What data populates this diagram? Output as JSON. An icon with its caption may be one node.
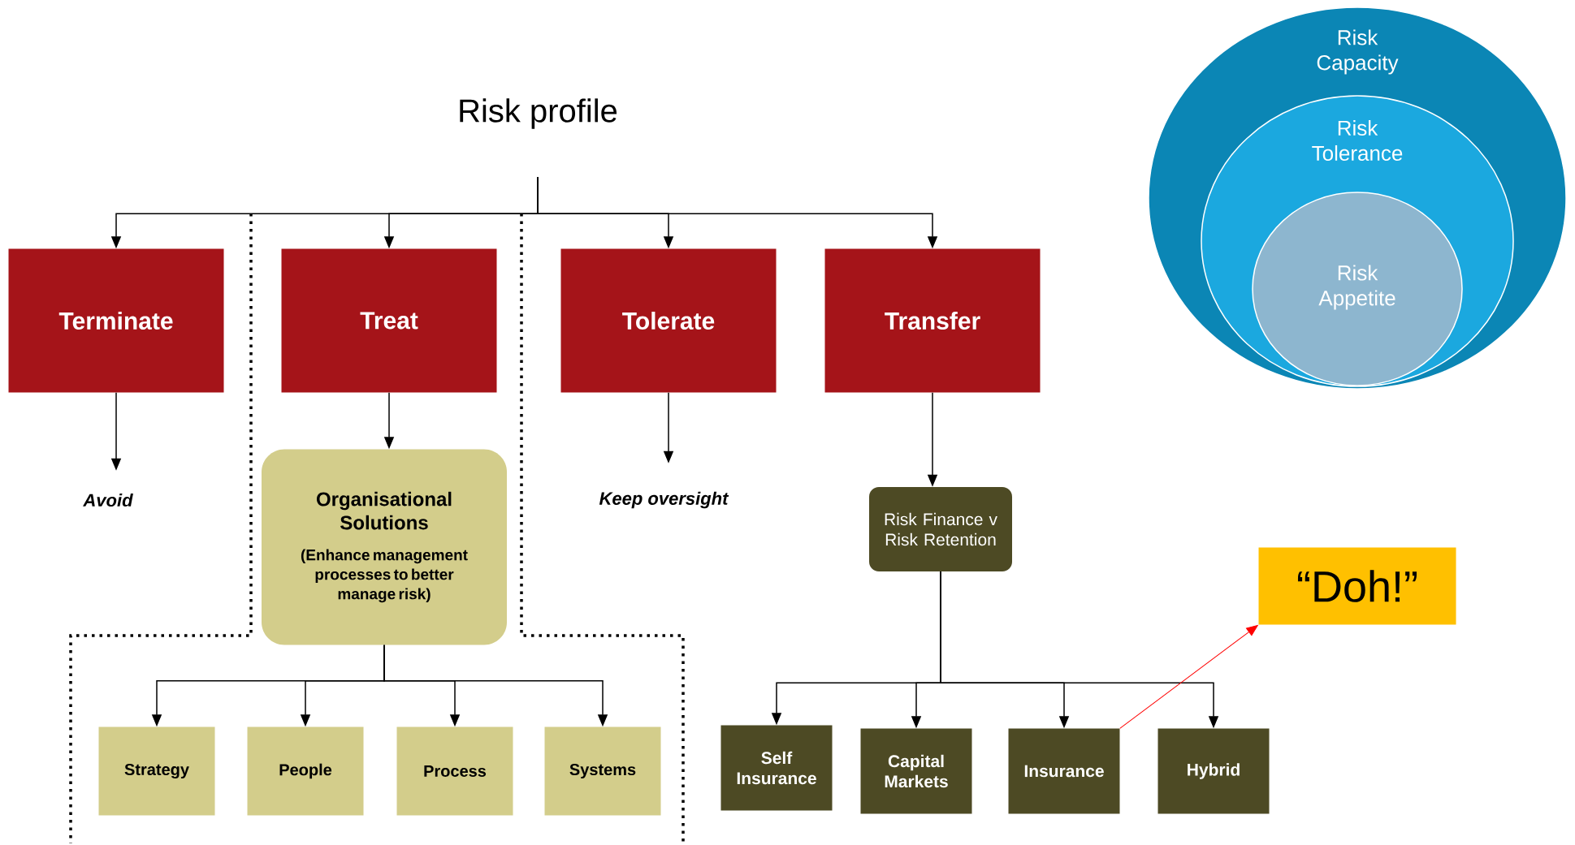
{
  "diagram": {
    "nodes": [
      {
        "text": [
          "Risk profile"
        ]
      },
      {
        "text": [
          "Terminate"
        ]
      },
      {
        "text": [
          "Treat"
        ]
      },
      {
        "text": [
          "Tolerate"
        ]
      },
      {
        "text": [
          "Transfer"
        ]
      },
      {
        "text": [
          "Avoid"
        ]
      },
      {
        "text": [
          "Organisational Solutions",
          "(Enhance management processes to better manage risk)"
        ]
      },
      {
        "text": [
          "Keep oversight"
        ]
      },
      {
        "text": [
          "Risk Finance v Risk Retention"
        ]
      },
      {
        "text": [
          "Strategy"
        ]
      },
      {
        "text": [
          "People"
        ]
      },
      {
        "text": [
          "Process"
        ]
      },
      {
        "text": [
          "Systems"
        ]
      },
      {
        "text": [
          "Self Insurance"
        ]
      },
      {
        "text": [
          "Capital Markets"
        ]
      },
      {
        "text": [
          "Insurance"
        ]
      },
      {
        "text": [
          "Hybrid"
        ]
      },
      {
        "text": [
          "“Doh!”"
        ]
      },
      {
        "text": [
          "Risk Capacity"
        ]
      },
      {
        "text": [
          "Risk Tolerance"
        ],
        "in": 18
      },
      {
        "text": [
          "Risk Appetite"
        ],
        "in": 19
      }
    ],
    "edges": [
      {
        "from": 0,
        "to": 1,
        "arrow": "to"
      },
      {
        "from": 0,
        "to": 2,
        "arrow": "to"
      },
      {
        "from": 0,
        "to": 3,
        "arrow": "to"
      },
      {
        "from": 0,
        "to": 4,
        "arrow": "to"
      },
      {
        "from": 1,
        "to": 5,
        "arrow": "to"
      },
      {
        "from": 2,
        "to": 6,
        "arrow": "to"
      },
      {
        "from": 3,
        "to": 7,
        "arrow": "to"
      },
      {
        "from": 4,
        "to": 8,
        "arrow": "to"
      },
      {
        "from": 6,
        "to": 9,
        "arrow": "to"
      },
      {
        "from": 6,
        "to": 10,
        "arrow": "to"
      },
      {
        "from": 6,
        "to": 11,
        "arrow": "to"
      },
      {
        "from": 6,
        "to": 12,
        "arrow": "to"
      },
      {
        "from": 8,
        "to": 13,
        "arrow": "to"
      },
      {
        "from": 8,
        "to": 14,
        "arrow": "to"
      },
      {
        "from": 8,
        "to": 15,
        "arrow": "to"
      },
      {
        "from": 8,
        "to": 16,
        "arrow": "to"
      },
      {
        "from": 15,
        "to": 17,
        "arrow": "to",
        "color": "#ff0000"
      }
    ]
  }
}
